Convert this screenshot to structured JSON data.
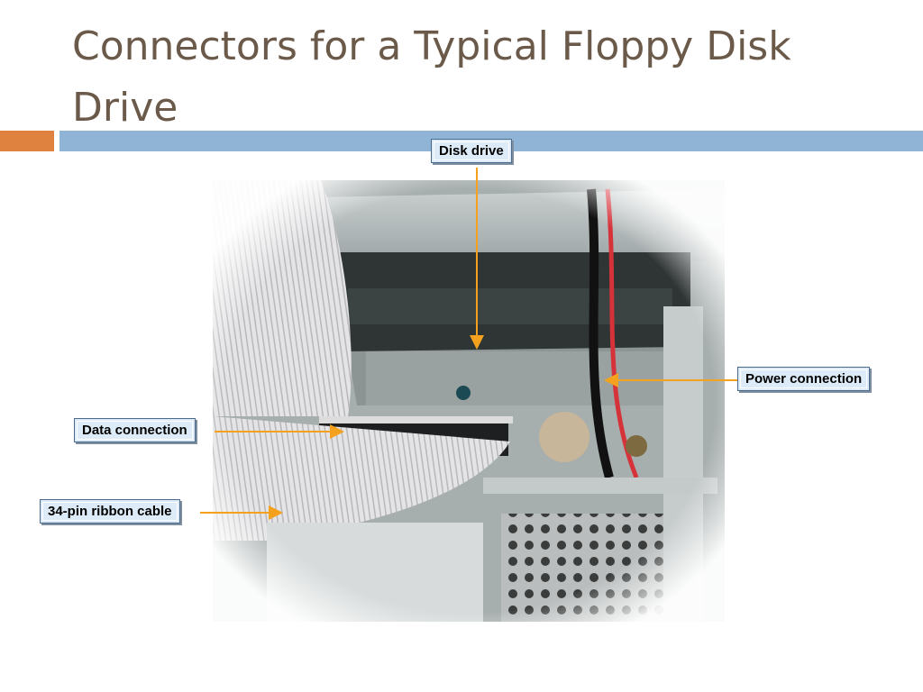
{
  "slide": {
    "title": "Connectors for a Typical Floppy Disk Drive"
  },
  "callouts": {
    "disk_drive": "Disk drive",
    "power_connection": "Power connection",
    "data_connection": "Data connection",
    "ribbon_cable": "34-pin ribbon cable"
  },
  "colors": {
    "title": "#6b5a4a",
    "accent_bar": "#e0823f",
    "main_bar": "#8fb4d6",
    "arrow": "#f4a21d",
    "callout_fill": "#dcebf7"
  }
}
